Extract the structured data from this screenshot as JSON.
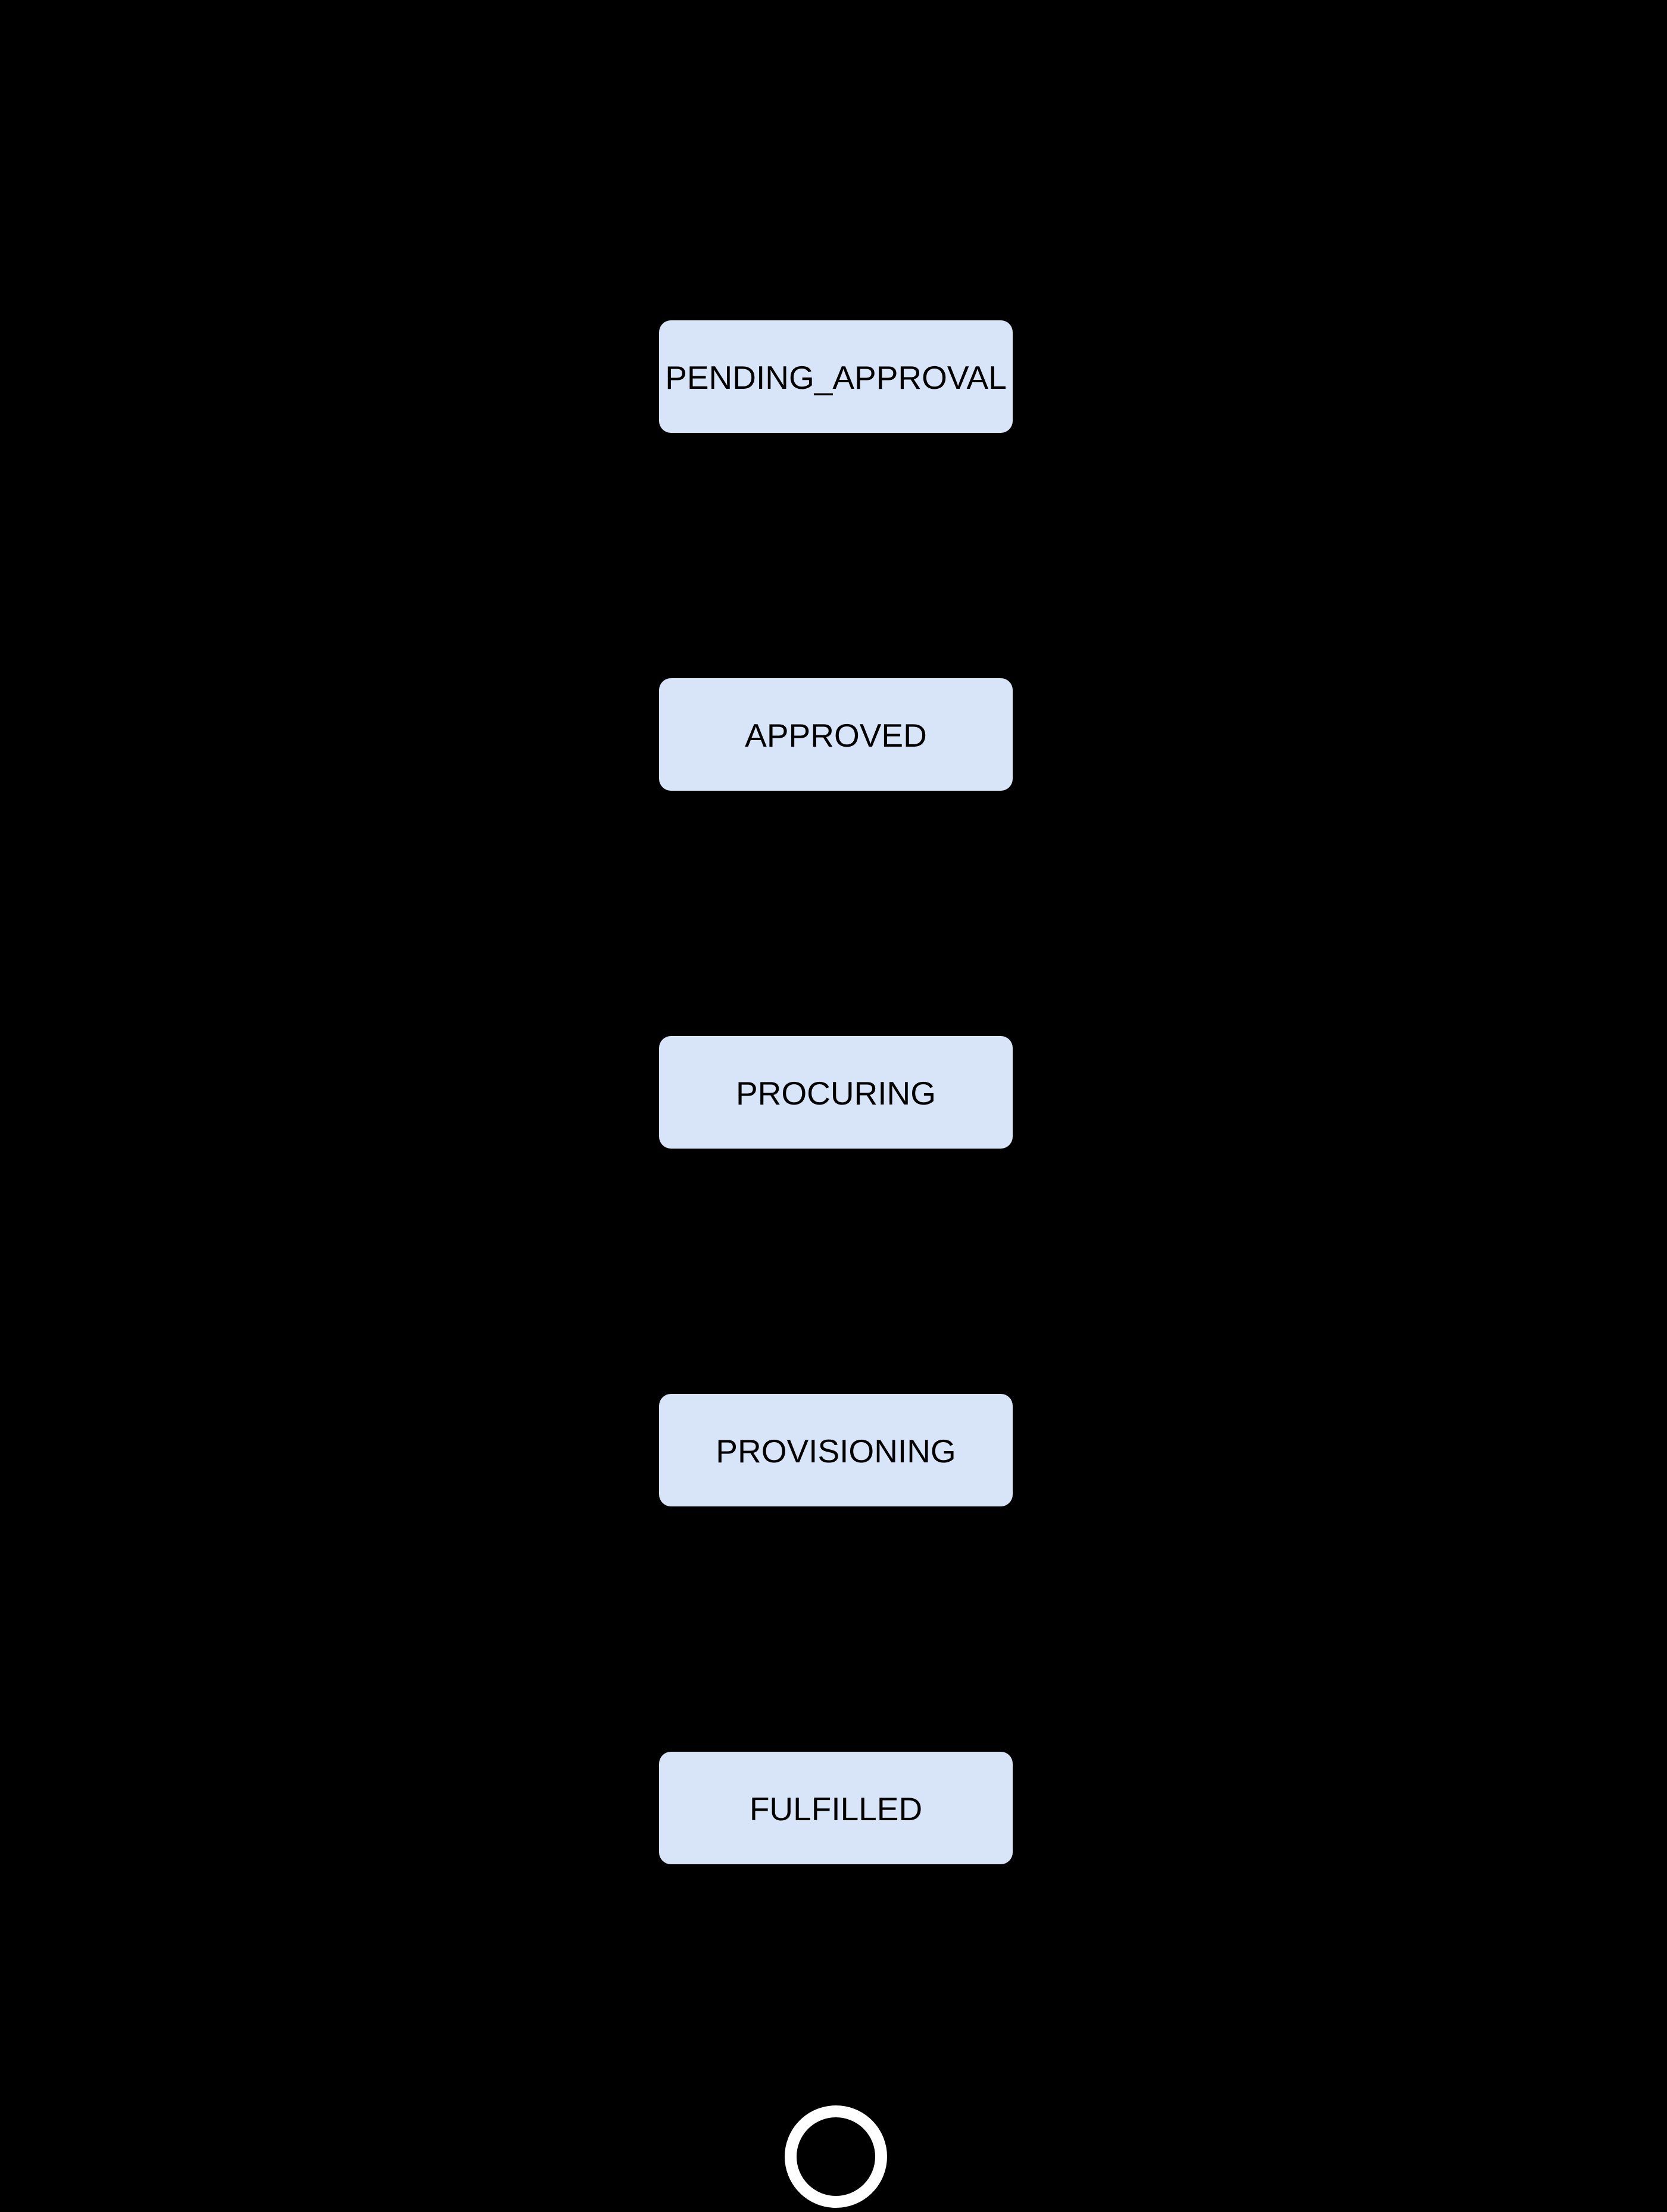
{
  "diagram": {
    "type": "state-flow",
    "orientation": "vertical",
    "background_color": "#000000",
    "node_fill_color": "#d8e4f8",
    "node_text_color": "#000000",
    "final_ring_color": "#ffffff",
    "nodes": [
      {
        "label": "PENDING_APPROVAL"
      },
      {
        "label": "APPROVED"
      },
      {
        "label": "PROCURING"
      },
      {
        "label": "PROVISIONING"
      },
      {
        "label": "FULFILLED"
      }
    ],
    "final_state_symbol": "ring"
  }
}
